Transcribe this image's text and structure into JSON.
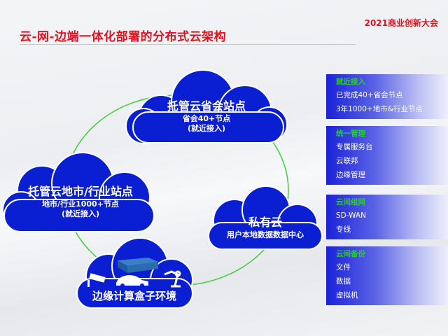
{
  "header": {
    "title": "云-网-边端一体化部署的分布式云架构",
    "brand": "2021商业创新大会"
  },
  "clouds": [
    {
      "title": "托管云省会站点",
      "sub1": "省会40+节点",
      "sub2": "(就近接入)"
    },
    {
      "title": "托管云地市/行业站点",
      "sub1": "地市/行业1000+节点",
      "sub2": "(就近接入)"
    },
    {
      "title": "私有云",
      "sub1": "用户本地数据数据中心"
    },
    {
      "title": "边缘计算盒子环境"
    }
  ],
  "panels": [
    {
      "heading": "就近接入",
      "items": [
        "已完成40+省会节点",
        "3年1000+地市&行业节点"
      ]
    },
    {
      "heading": "统一管理",
      "items": [
        "专属服务台",
        "云联邦",
        "边缘管理"
      ]
    },
    {
      "heading": "云间组网",
      "items": [
        "SD-WAN",
        "专线"
      ]
    },
    {
      "heading": "云间备份",
      "items": [
        "文件",
        "数据",
        "虚拟机"
      ]
    }
  ],
  "colors": {
    "accent": "#e8101e",
    "cloud": "#0a1ed2",
    "ring": "#3ccf3c",
    "heading": "#27d127"
  }
}
